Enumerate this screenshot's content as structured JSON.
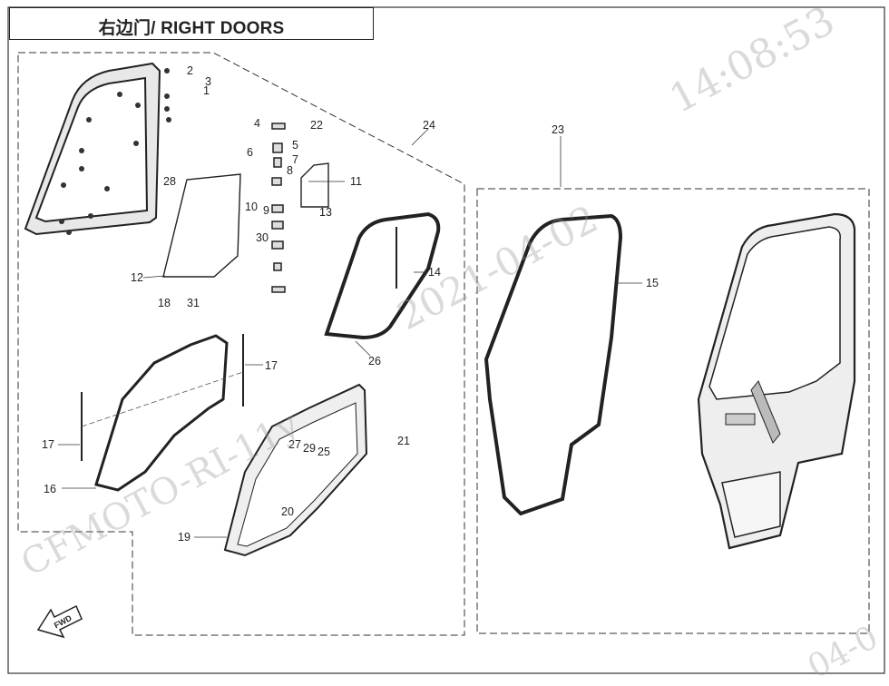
{
  "title": "右边门/ RIGHT DOORS",
  "watermark": {
    "time": "14:08:53",
    "date": "2021-04-02",
    "model": "CFMOTO-RI-11y",
    "corner": "04-0"
  },
  "arrow_label": "FWD",
  "callouts": {
    "c24": "24",
    "c23": "23",
    "c15": "15",
    "c14": "14",
    "c26": "26",
    "c11": "11",
    "c12": "12",
    "c13": "13",
    "c16": "16",
    "c17a": "17",
    "c17b": "17",
    "c19": "19",
    "c20": "20",
    "c25": "25",
    "c27": "27",
    "c28": "28",
    "c29": "29",
    "c30": "30",
    "c31": "31",
    "n1": "1",
    "n2": "2",
    "n3": "3",
    "n4": "4",
    "n5": "5",
    "n6": "6",
    "n7": "7",
    "n8": "8",
    "n9": "9",
    "n10": "10",
    "n18": "18",
    "n21": "21",
    "n22": "22"
  }
}
